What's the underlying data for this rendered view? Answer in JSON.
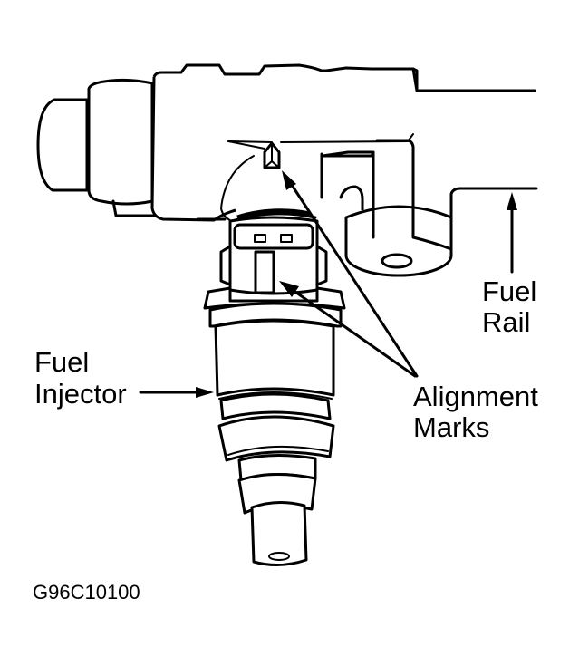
{
  "diagram": {
    "title": "Fuel Injector Alignment",
    "labels": {
      "fuel_rail_line1": "Fuel",
      "fuel_rail_line2": "Rail",
      "fuel_injector_line1": "Fuel",
      "fuel_injector_line2": "Injector",
      "alignment_marks_line1": "Alignment",
      "alignment_marks_line2": "Marks"
    },
    "figure_code": "G96C10100",
    "colors": {
      "line": "#000000",
      "background": "#ffffff"
    }
  }
}
